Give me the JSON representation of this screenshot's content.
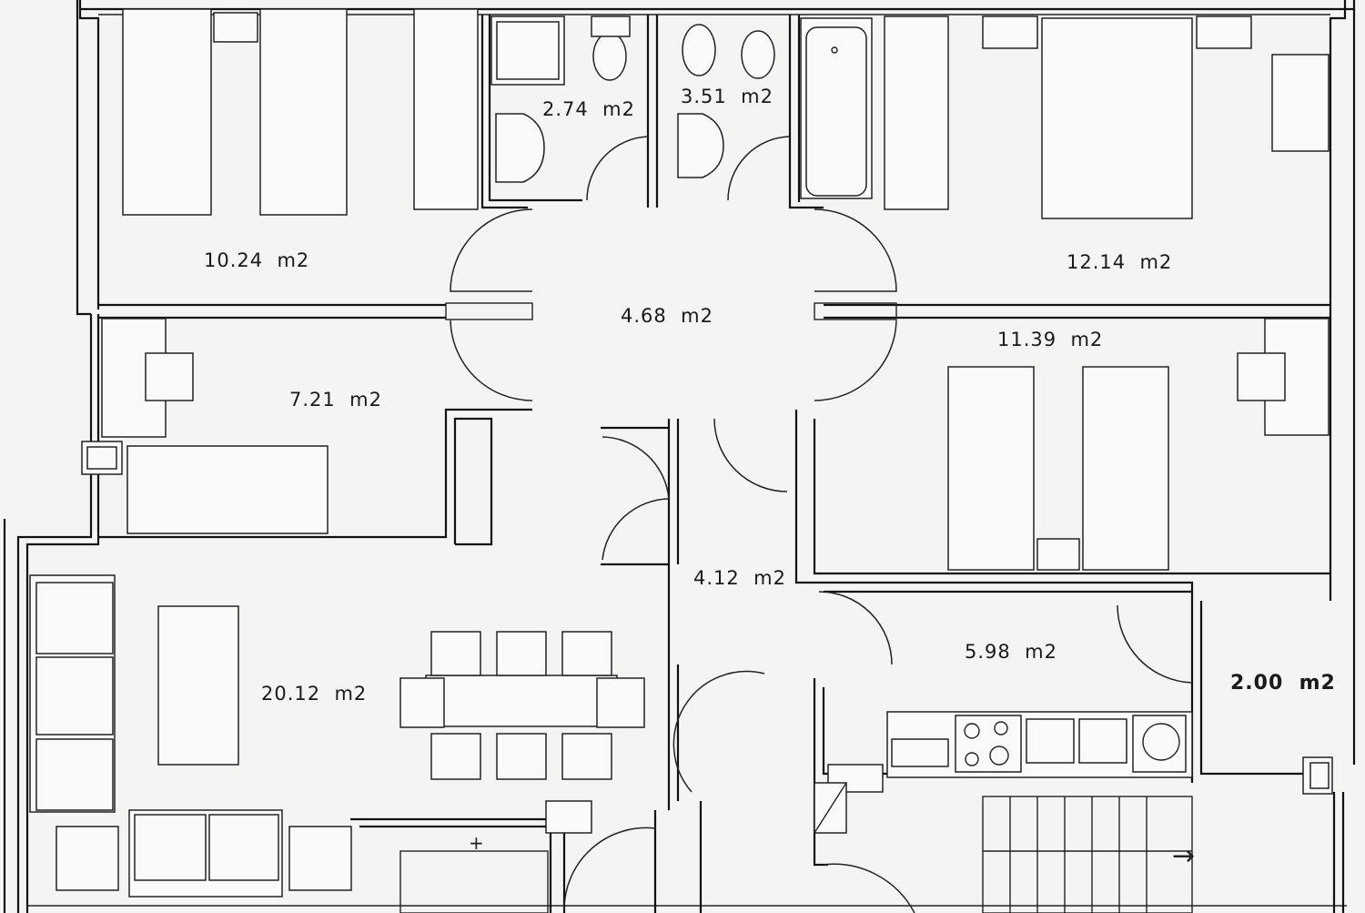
{
  "rooms": [
    {
      "id": "bedroom-1",
      "area": "10.24  m2"
    },
    {
      "id": "bathroom-1",
      "area": "2.74  m2"
    },
    {
      "id": "bathroom-2",
      "area": "3.51  m2"
    },
    {
      "id": "bedroom-master",
      "area": "12.14  m2"
    },
    {
      "id": "hall",
      "area": "4.68  m2"
    },
    {
      "id": "bedroom-2",
      "area": "7.21  m2"
    },
    {
      "id": "bedroom-3",
      "area": "11.39  m2"
    },
    {
      "id": "corridor",
      "area": "4.12  m2"
    },
    {
      "id": "living-dining",
      "area": "20.12  m2"
    },
    {
      "id": "kitchen",
      "area": "5.98  m2"
    },
    {
      "id": "laundry",
      "area": "2.00  m2"
    }
  ],
  "symbols": {
    "stair_arrow": "→",
    "plus_mark": "+"
  }
}
